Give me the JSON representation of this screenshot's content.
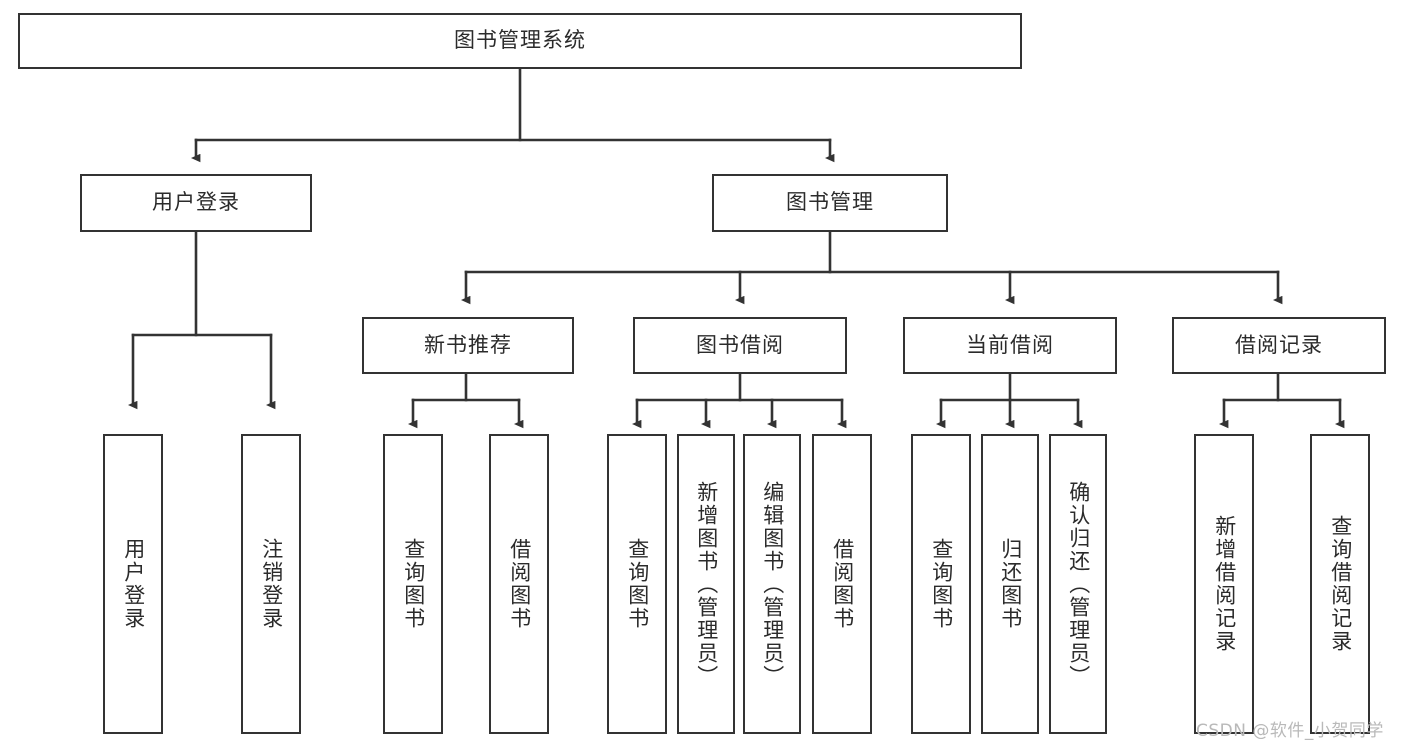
{
  "diagram": {
    "title": "图书管理系统",
    "watermark": "CSDN @软件_小贺同学",
    "colors": {
      "box_border": "#333333",
      "box_fill": "#ffffff",
      "edge": "#333333",
      "text": "#2b2b2b",
      "watermark": "#b9b9b9",
      "background": "#ffffff"
    },
    "levels": {
      "root": {
        "label": "图书管理系统"
      },
      "level2": [
        {
          "label": "用户登录"
        },
        {
          "label": "图书管理"
        }
      ],
      "level3": [
        {
          "label": "新书推荐"
        },
        {
          "label": "图书借阅"
        },
        {
          "label": "当前借阅"
        },
        {
          "label": "借阅记录"
        }
      ],
      "leaves": [
        {
          "label": "用户登录",
          "parent": "用户登录"
        },
        {
          "label": "注销登录",
          "parent": "用户登录"
        },
        {
          "label": "查询图书",
          "parent": "新书推荐"
        },
        {
          "label": "借阅图书",
          "parent": "新书推荐"
        },
        {
          "label": "查询图书",
          "parent": "图书借阅"
        },
        {
          "label": "新增图书（管理员）",
          "parent": "图书借阅"
        },
        {
          "label": "编辑图书（管理员）",
          "parent": "图书借阅"
        },
        {
          "label": "借阅图书",
          "parent": "图书借阅"
        },
        {
          "label": "查询图书",
          "parent": "当前借阅"
        },
        {
          "label": "归还图书",
          "parent": "当前借阅"
        },
        {
          "label": "确认归还（管理员）",
          "parent": "当前借阅"
        },
        {
          "label": "新增借阅记录",
          "parent": "借阅记录"
        },
        {
          "label": "查询借阅记录",
          "parent": "借阅记录"
        }
      ]
    }
  }
}
